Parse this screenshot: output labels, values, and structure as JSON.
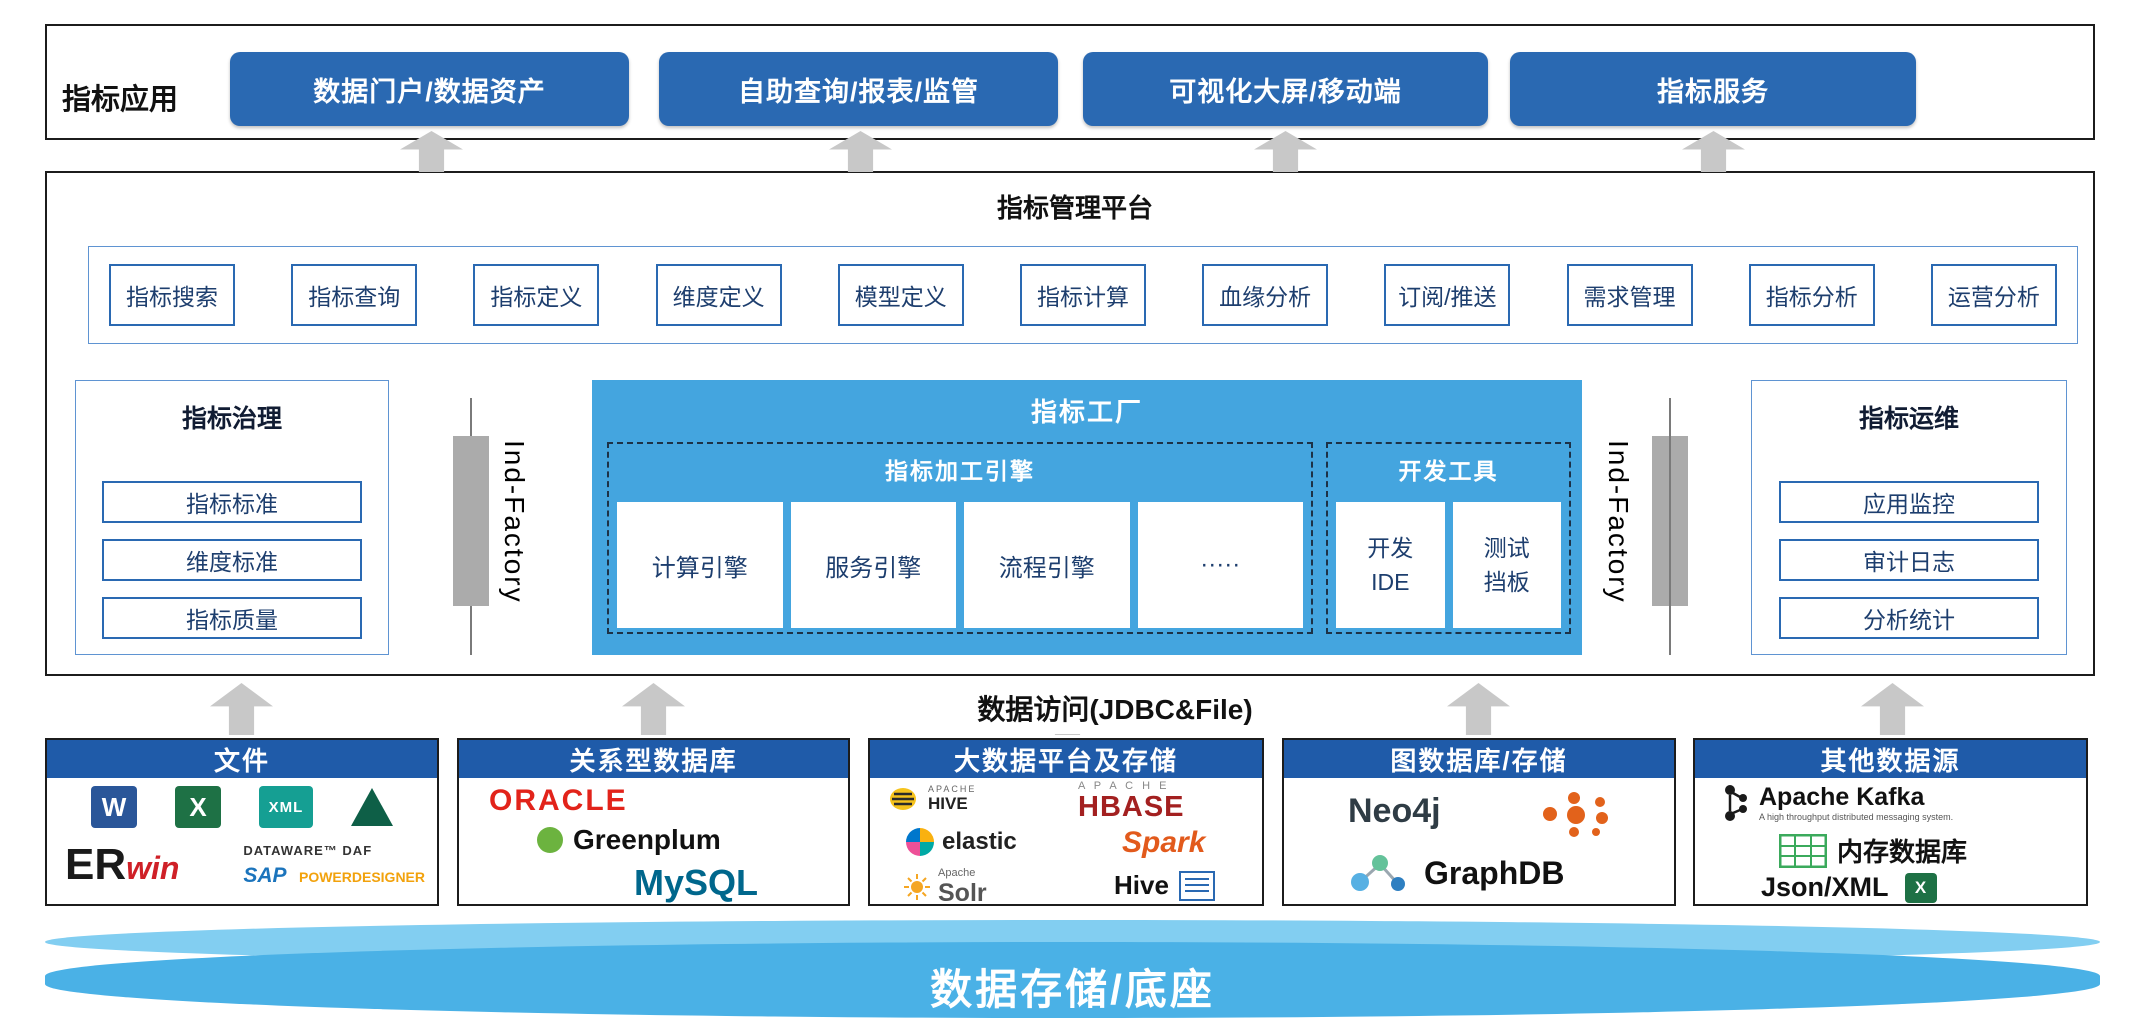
{
  "app": {
    "section_label": "指标应用",
    "buttons": [
      "数据门户/数据资产",
      "自助查询/报表/监管",
      "可视化大屏/移动端",
      "指标服务"
    ]
  },
  "platform": {
    "title": "指标管理平台",
    "items": [
      "指标搜索",
      "指标查询",
      "指标定义",
      "维度定义",
      "模型定义",
      "指标计算",
      "血缘分析",
      "订阅/推送",
      "需求管理",
      "指标分析",
      "运营分析"
    ]
  },
  "governance": {
    "title": "指标治理",
    "items": [
      "指标标准",
      "维度标准",
      "指标质量"
    ]
  },
  "factory": {
    "title": "指标工厂",
    "ind_factory_label": "Ind-Factory",
    "engines": {
      "title": "指标加工引擎",
      "items": [
        "计算引擎",
        "服务引擎",
        "流程引擎",
        "·····"
      ]
    },
    "tools": {
      "title": "开发工具",
      "items": [
        {
          "line1": "开发",
          "line2": "IDE"
        },
        {
          "line1": "测试",
          "line2": "挡板"
        }
      ]
    }
  },
  "ops": {
    "title": "指标运维",
    "items": [
      "应用监控",
      "审计日志",
      "分析统计"
    ]
  },
  "access": {
    "label": "数据访问(JDBC&File)"
  },
  "sources": {
    "files": {
      "title": "文件",
      "word": "W",
      "excel": "X",
      "xml": "XML",
      "erwin_er": "ER",
      "erwin_win": "win",
      "dataware": "DATAWARE™ DAF",
      "sap": "SAP",
      "powerdesigner": "POWERDESIGNER"
    },
    "rdbms": {
      "title": "关系型数据库",
      "oracle": "ORACLE",
      "greenplum": "Greenplum",
      "mysql": "MySQL"
    },
    "bigdata": {
      "title": "大数据平台及存储",
      "hive_apache": "APACHE",
      "hive": "HIVE",
      "hbase_apache": "A P A C H E",
      "hbase": "HBASE",
      "elastic": "elastic",
      "spark": "Spark",
      "solr_apache": "Apache",
      "solr": "Solr",
      "hive2": "Hive"
    },
    "graph": {
      "title": "图数据库/存储",
      "neo4j": "Neo4j",
      "graphdb": "GraphDB"
    },
    "other": {
      "title": "其他数据源",
      "kafka": "Apache Kafka",
      "kafka_sub": "A high throughput distributed messaging system.",
      "memdb": "内存数据库",
      "json": "Json/XML",
      "excel": "X"
    }
  },
  "base": {
    "label": "数据存储/底座"
  },
  "colors": {
    "button_blue": "#2a69b2",
    "factory_blue": "#44a5df",
    "header_blue": "#1f5ba9",
    "base_blue": "#4ab1e6",
    "arrow_gray": "#c8c8c8"
  }
}
